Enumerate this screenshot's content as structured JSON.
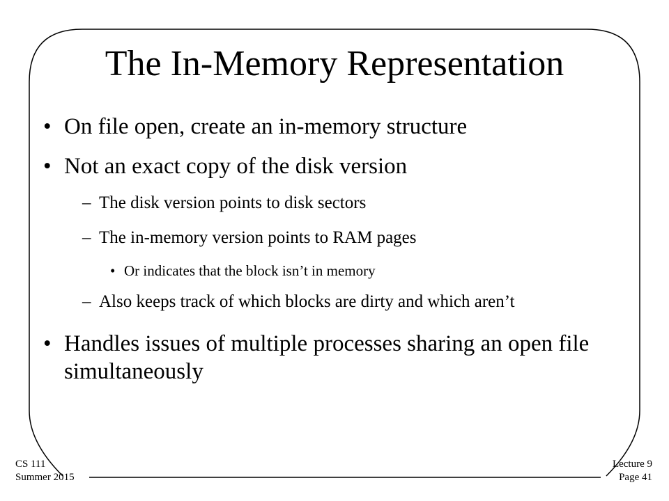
{
  "slide": {
    "title": "The In-Memory Representation",
    "bullets": [
      {
        "text": "On file open, create an in-memory structure"
      },
      {
        "text": "Not an exact copy of the disk version",
        "subbullets": [
          {
            "text": "The disk version points to disk sectors"
          },
          {
            "text": "The in-memory version points to RAM pages",
            "subbullets": [
              {
                "text": "Or indicates that the block isn’t in memory"
              }
            ]
          },
          {
            "text": "Also keeps track of which blocks are dirty and which aren’t"
          }
        ]
      },
      {
        "text": "Handles issues of multiple processes sharing an open file simultaneously"
      }
    ]
  },
  "footer": {
    "course": "CS 111",
    "term": "Summer 2015",
    "lecture": "Lecture 9",
    "page": "Page 41"
  },
  "markers": {
    "level1": "•",
    "level2": "–",
    "level3": "•"
  }
}
